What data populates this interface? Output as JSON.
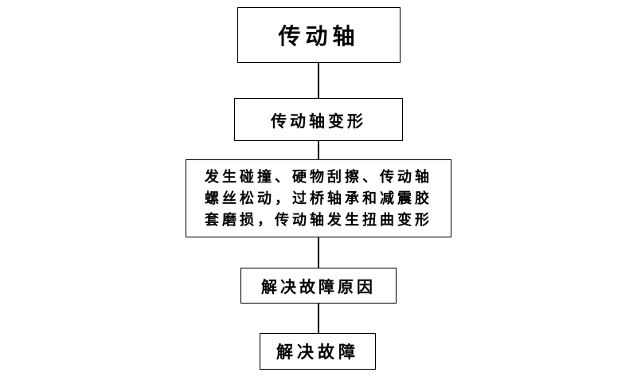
{
  "nodes": {
    "n1": {
      "label": "传动轴"
    },
    "n2": {
      "label": "传动轴变形"
    },
    "n3": {
      "label": "发生碰撞、硬物刮擦、传动轴\n螺丝松动，过桥轴承和减震胶\n套磨损，传动轴发生扭曲变形"
    },
    "n4": {
      "label": "解决故障原因"
    },
    "n5": {
      "label": "解决故障"
    }
  }
}
